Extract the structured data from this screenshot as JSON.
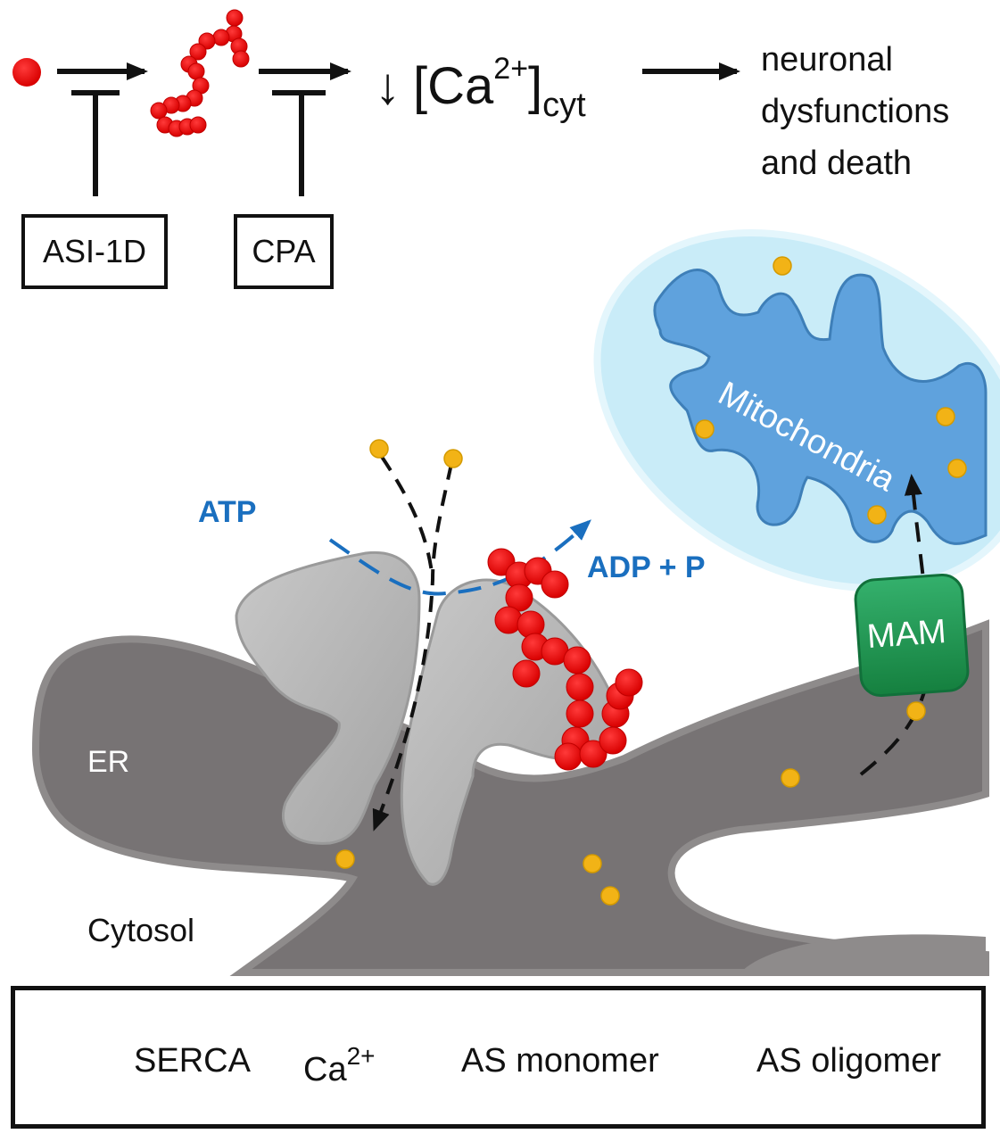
{
  "pathway": {
    "inhibitors": [
      {
        "label": "ASI-1D"
      },
      {
        "label": "CPA"
      }
    ],
    "ca_change": {
      "arrow": "↓",
      "open_bracket": "[",
      "species": "Ca",
      "charge": "2+",
      "close_bracket": "]",
      "compartment": "cyt"
    },
    "outcome_lines": [
      "neuronal",
      "dysfunctions",
      "and death"
    ]
  },
  "cell_scene": {
    "labels": {
      "atp": "ATP",
      "adp": "ADP + P",
      "mitochondria": "Mitochondria",
      "mam": "MAM",
      "er": "ER",
      "cytosol": "Cytosol"
    }
  },
  "legend": {
    "items": [
      {
        "icon": "serca-icon",
        "label": "SERCA"
      },
      {
        "icon": "calcium-ion-icon",
        "label": "Ca",
        "sup": "2+"
      },
      {
        "icon": "as-monomer-icon",
        "label": "AS monomer"
      },
      {
        "icon": "as-oligomer-icon",
        "label": "AS oligomer"
      }
    ]
  },
  "colors": {
    "as_red": "#ee1111",
    "calcium": "#f2b316",
    "atp_blue": "#1a6fbf",
    "er_gray": "#777374",
    "serca_gray": "#b3b3b3",
    "mito_outer": "#c9ecf8",
    "mito_inner": "#5fa2dd",
    "mam_green": "#1e9a55"
  }
}
